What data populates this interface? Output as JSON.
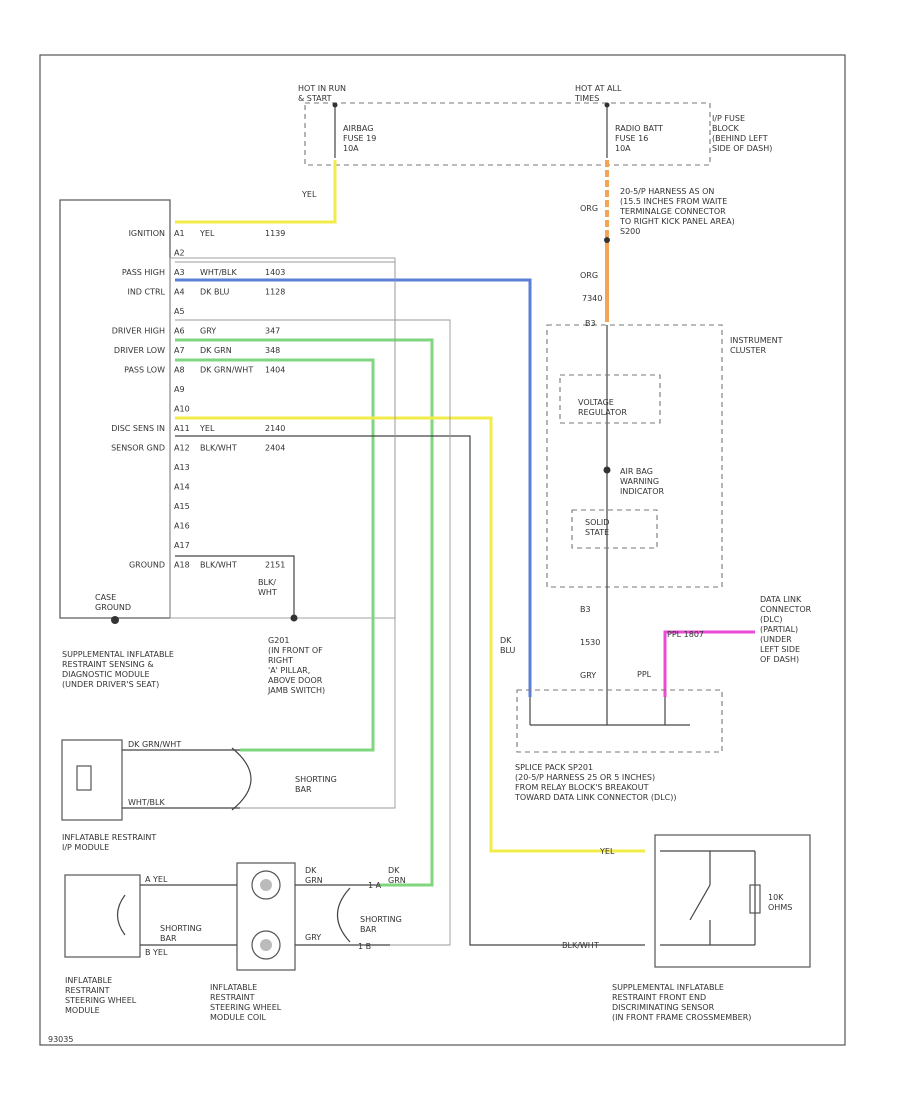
{
  "colors": {
    "yellow": "#f2ec4a",
    "blue": "#5b7fd6",
    "green": "#7fd67f",
    "orange": "#f3a455",
    "pink": "#e84bd6",
    "gray": "#666666",
    "frame": "#555555"
  },
  "fuse_block": {
    "hot_in_run": "HOT IN RUN\n& START",
    "hot_at_all": "HOT AT ALL\nTIMES",
    "airbag_fuse": "AIRBAG\nFUSE 19\n10A",
    "radio_fuse": "RADIO BATT\nFUSE 16\n10A",
    "ip_block": "I/P FUSE\nBLOCK\n(BEHIND LEFT\nSIDE OF DASH)"
  },
  "orange_harness": {
    "label": "20-5/P HARNESS AS ON\n(15.5 INCHES FROM WAITE\nTERMINALGE CONNECTOR\nTO RIGHT KICK PANEL AREA)\nS200",
    "wire_top": "ORG",
    "wire_mid": "ORG",
    "circuit": "7340"
  },
  "sdm": {
    "caption": "SUPPLEMENTAL INFLATABLE\nRESTRAINT SENSING &\nDIAGNOSTIC MODULE\n(UNDER DRIVER'S SEAT)",
    "case_ground": "CASE\nGROUND",
    "pins": [
      {
        "label": "IGNITION",
        "pin": "A1",
        "wire": "YEL",
        "circuit": "1139"
      },
      {
        "label": "",
        "pin": "A2",
        "wire": "",
        "circuit": ""
      },
      {
        "label": "PASS HIGH",
        "pin": "A3",
        "wire": "WHT/BLK",
        "circuit": "1403"
      },
      {
        "label": "IND CTRL",
        "pin": "A4",
        "wire": "DK BLU",
        "circuit": "1128"
      },
      {
        "label": "",
        "pin": "A5",
        "wire": "",
        "circuit": ""
      },
      {
        "label": "DRIVER HIGH",
        "pin": "A6",
        "wire": "GRY",
        "circuit": "347"
      },
      {
        "label": "DRIVER LOW",
        "pin": "A7",
        "wire": "DK GRN",
        "circuit": "348"
      },
      {
        "label": "PASS LOW",
        "pin": "A8",
        "wire": "DK GRN/WHT",
        "circuit": "1404"
      },
      {
        "label": "",
        "pin": "A9",
        "wire": "",
        "circuit": ""
      },
      {
        "label": "",
        "pin": "A10",
        "wire": "",
        "circuit": ""
      },
      {
        "label": "DISC SENS IN",
        "pin": "A11",
        "wire": "YEL",
        "circuit": "2140"
      },
      {
        "label": "SENSOR GND",
        "pin": "A12",
        "wire": "BLK/WHT",
        "circuit": "2404"
      },
      {
        "label": "",
        "pin": "A13",
        "wire": "",
        "circuit": ""
      },
      {
        "label": "",
        "pin": "A14",
        "wire": "",
        "circuit": ""
      },
      {
        "label": "",
        "pin": "A15",
        "wire": "",
        "circuit": ""
      },
      {
        "label": "",
        "pin": "A16",
        "wire": "",
        "circuit": ""
      },
      {
        "label": "",
        "pin": "A17",
        "wire": "",
        "circuit": ""
      },
      {
        "label": "GROUND",
        "pin": "A18",
        "wire": "BLK/WHT",
        "circuit": "2151"
      }
    ]
  },
  "ground": {
    "wire": "BLK/\nWHT",
    "label": "G201\n(IN FRONT OF\nRIGHT\n'A' PILLAR,\nABOVE DOOR\nJAMB SWITCH)"
  },
  "cluster": {
    "title": "INSTRUMENT\nCLUSTER",
    "pin_top": "B3",
    "voltage": "VOLTAGE\nREGULATOR",
    "indicator": "AIR BAG\nWARNING\nINDICATOR",
    "solid_state": "SOLID\nSTATE",
    "pin_bottom": "B3",
    "circuit": "1530",
    "wire": "GRY"
  },
  "dlc": {
    "wire": "PPL",
    "circuit": "PPL 1807",
    "label": "DATA LINK\nCONNECTOR\n(DLC)\n(PARTIAL)\n(UNDER\nLEFT SIDE\nOF DASH)"
  },
  "splice": {
    "wire_left": "DK\nBLU",
    "label": "SPLICE PACK SP201\n(20-5/P HARNESS 25 OR 5 INCHES)\nFROM RELAY BLOCK'S BREAKOUT\nTOWARD DATA LINK CONNECTOR (DLC))"
  },
  "ip_module": {
    "caption": "INFLATABLE RESTRAINT\nI/P MODULE",
    "wire_top": "DK GRN/WHT",
    "wire_bot": "WHT/BLK",
    "shorting": "SHORTING\nBAR"
  },
  "steering": {
    "module_caption": "INFLATABLE\nRESTRAINT\nSTEERING WHEEL\nMODULE",
    "coil_caption": "INFLATABLE\nRESTRAINT\nSTEERING WHEEL\nMODULE COIL",
    "wire_a": "A  YEL",
    "wire_b": "B  YEL",
    "wire_green_top": "DK\nGRN",
    "wire_green_bot": "DK\nGRN",
    "gry": "GRY",
    "shorting": "SHORTING\nBAR",
    "pin_coil_a": "1 A",
    "pin_coil_b": "1 B"
  },
  "front_sensor": {
    "caption": "SUPPLEMENTAL INFLATABLE\nRESTRAINT FRONT END\nDISCRIMINATING SENSOR\n(IN FRONT FRAME CROSSMEMBER)",
    "wire_top": "YEL",
    "wire_bot": "BLK/WHT",
    "resistor": "10K\nOHMS"
  },
  "page_code": "93035"
}
